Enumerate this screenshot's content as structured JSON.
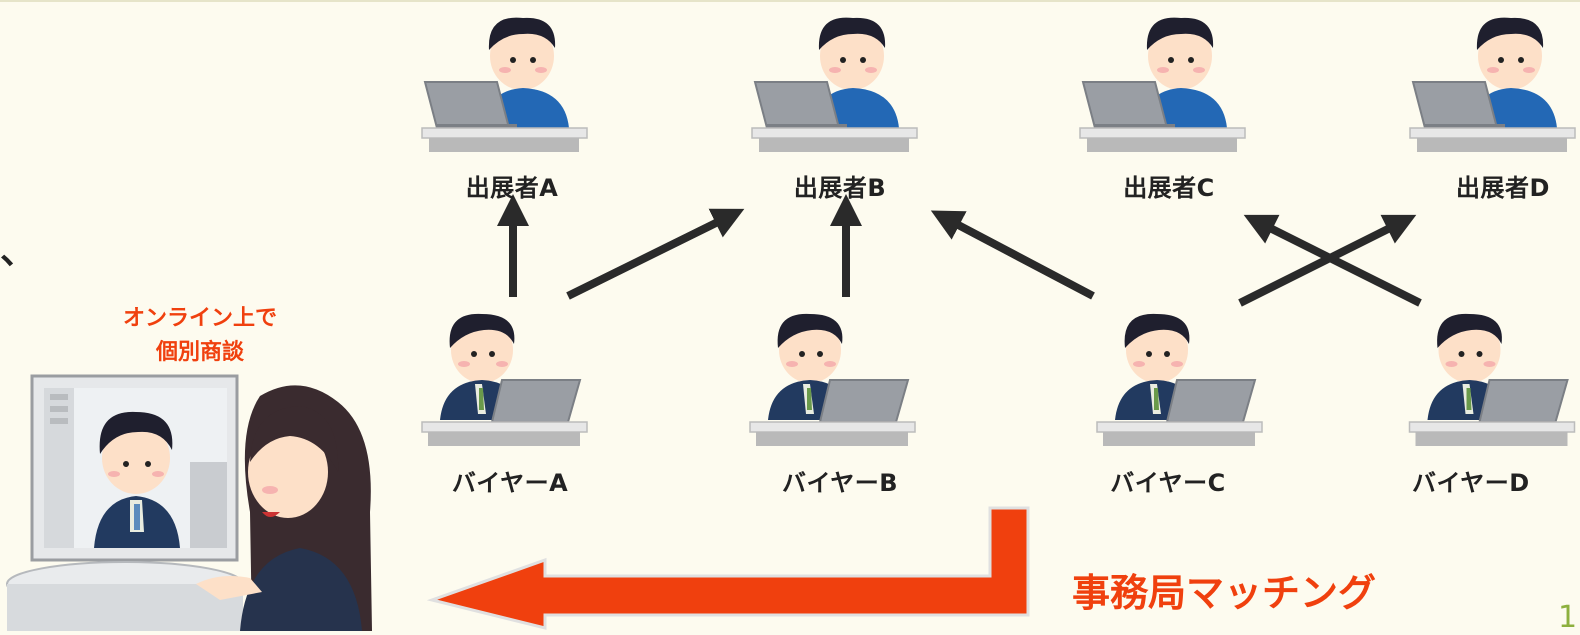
{
  "exhibitors": [
    {
      "label": "出展者A"
    },
    {
      "label": "出展者B"
    },
    {
      "label": "出展者C"
    },
    {
      "label": "出展者D"
    }
  ],
  "buyers": [
    {
      "label": "バイヤーA"
    },
    {
      "label": "バイヤーB"
    },
    {
      "label": "バイヤーC"
    },
    {
      "label": "バイヤーD"
    }
  ],
  "left_text": "、",
  "meeting_caption": {
    "line1": "オンライン上で",
    "line2": "個別商談"
  },
  "matching_label": "事務局マッチング",
  "page_number": "1",
  "colors": {
    "background": "#fdfbef",
    "accent_red": "#f0400e",
    "arrow_dark": "#2a2a2a",
    "page_number_green": "#8db03e"
  }
}
